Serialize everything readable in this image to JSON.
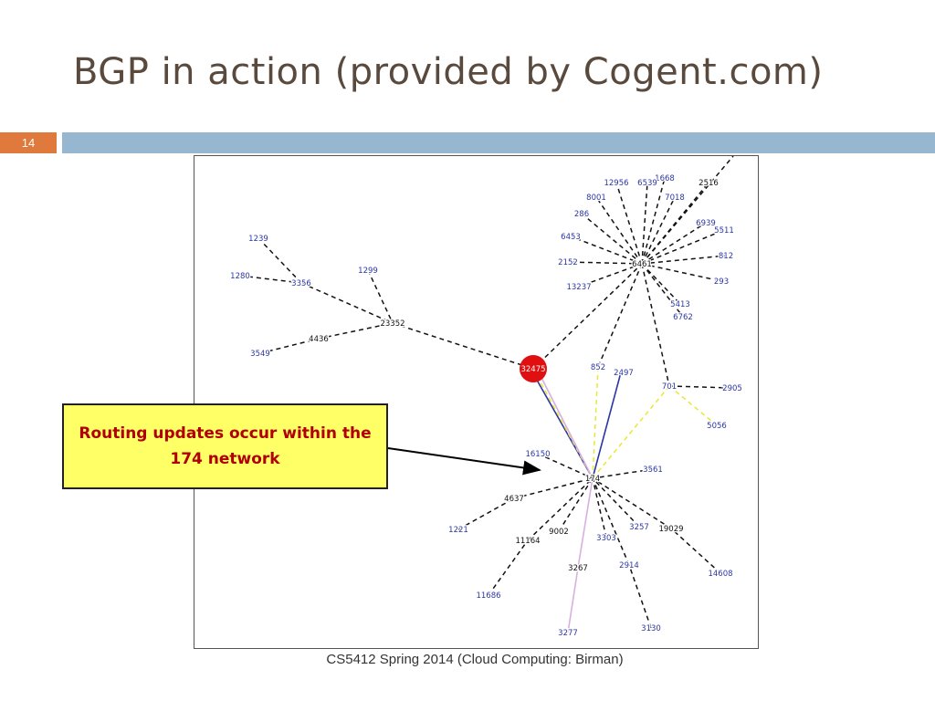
{
  "slide": {
    "title": "BGP in action (provided by Cogent.com)",
    "page_number": "14",
    "footer": "CS5412 Spring 2014 (Cloud Computing: Birman)",
    "callout": "Routing updates occur within the 174 network"
  },
  "colors": {
    "title": "#5a4a3e",
    "accent_bar": "#97b6d0",
    "page_badge": "#e07a3c",
    "callout_bg": "#ffff66",
    "callout_text": "#b00000",
    "node_blue": "#2b36a3",
    "node_black": "#111111",
    "edge_yellow": "#e8e835",
    "edge_blue": "#2b36a3",
    "edge_pink": "#d8b0e0",
    "highlight_red": "#e01010"
  },
  "diagram": {
    "nodes": [
      {
        "id": "174",
        "label": "174",
        "color": "black"
      },
      {
        "id": "32475",
        "label": "32475",
        "color": "black",
        "highlight": true
      },
      {
        "id": "6461",
        "label": "6461",
        "color": "black"
      },
      {
        "id": "23352",
        "label": "23352",
        "color": "black"
      },
      {
        "id": "3356",
        "label": "3356",
        "color": "blue"
      },
      {
        "id": "1239",
        "label": "1239",
        "color": "blue"
      },
      {
        "id": "1280",
        "label": "1280",
        "color": "blue"
      },
      {
        "id": "1299",
        "label": "1299",
        "color": "blue"
      },
      {
        "id": "4436",
        "label": "4436",
        "color": "black"
      },
      {
        "id": "3549",
        "label": "3549",
        "color": "blue"
      },
      {
        "id": "1668",
        "label": "1668",
        "color": "blue"
      },
      {
        "id": "12956",
        "label": "12956",
        "color": "blue"
      },
      {
        "id": "6539",
        "label": "6539",
        "color": "blue"
      },
      {
        "id": "2516",
        "label": "2516",
        "color": "black"
      },
      {
        "id": "8001",
        "label": "8001",
        "color": "blue"
      },
      {
        "id": "7018",
        "label": "7018",
        "color": "blue"
      },
      {
        "id": "286",
        "label": "286",
        "color": "blue"
      },
      {
        "id": "6939",
        "label": "6939",
        "color": "blue"
      },
      {
        "id": "5511",
        "label": "5511",
        "color": "blue"
      },
      {
        "id": "6453",
        "label": "6453",
        "color": "blue"
      },
      {
        "id": "812",
        "label": "812",
        "color": "blue"
      },
      {
        "id": "2152",
        "label": "2152",
        "color": "blue"
      },
      {
        "id": "293",
        "label": "293",
        "color": "blue"
      },
      {
        "id": "13237",
        "label": "13237",
        "color": "blue"
      },
      {
        "id": "5413",
        "label": "5413",
        "color": "blue"
      },
      {
        "id": "6762",
        "label": "6762",
        "color": "blue"
      },
      {
        "id": "852",
        "label": "852",
        "color": "blue"
      },
      {
        "id": "2497",
        "label": "2497",
        "color": "blue"
      },
      {
        "id": "701",
        "label": "701",
        "color": "blue"
      },
      {
        "id": "2905",
        "label": "2905",
        "color": "blue"
      },
      {
        "id": "5056",
        "label": "5056",
        "color": "blue"
      },
      {
        "id": "16150",
        "label": "16150",
        "color": "blue"
      },
      {
        "id": "3561",
        "label": "3561",
        "color": "blue"
      },
      {
        "id": "4637",
        "label": "4637",
        "color": "black"
      },
      {
        "id": "1221",
        "label": "1221",
        "color": "blue"
      },
      {
        "id": "9002",
        "label": "9002",
        "color": "black"
      },
      {
        "id": "11164",
        "label": "11164",
        "color": "black"
      },
      {
        "id": "3303",
        "label": "3303",
        "color": "blue"
      },
      {
        "id": "3257",
        "label": "3257",
        "color": "blue"
      },
      {
        "id": "19029",
        "label": "19029",
        "color": "black"
      },
      {
        "id": "14608",
        "label": "14608",
        "color": "blue"
      },
      {
        "id": "3267",
        "label": "3267",
        "color": "black"
      },
      {
        "id": "2914",
        "label": "2914",
        "color": "blue"
      },
      {
        "id": "11686",
        "label": "11686",
        "color": "blue"
      },
      {
        "id": "3277",
        "label": "3277",
        "color": "blue"
      },
      {
        "id": "3130",
        "label": "3130",
        "color": "blue"
      }
    ],
    "edges": [
      {
        "from": "1239",
        "to": "3356",
        "style": "dashed"
      },
      {
        "from": "1280",
        "to": "3356",
        "style": "dashed"
      },
      {
        "from": "3356",
        "to": "23352",
        "style": "dashed"
      },
      {
        "from": "1299",
        "to": "23352",
        "style": "dashed"
      },
      {
        "from": "3549",
        "to": "4436",
        "style": "dashed"
      },
      {
        "from": "4436",
        "to": "23352",
        "style": "dashed"
      },
      {
        "from": "23352",
        "to": "32475",
        "style": "dashed"
      },
      {
        "from": "32475",
        "to": "6461",
        "style": "dashed"
      },
      {
        "from": "6461",
        "to": "1668",
        "style": "dashed"
      },
      {
        "from": "6461",
        "to": "12956",
        "style": "dashed"
      },
      {
        "from": "6461",
        "to": "6539",
        "style": "dashed"
      },
      {
        "from": "6461",
        "to": "2516",
        "style": "dashed"
      },
      {
        "from": "6461",
        "to": "8001",
        "style": "dashed"
      },
      {
        "from": "6461",
        "to": "7018",
        "style": "dashed"
      },
      {
        "from": "6461",
        "to": "286",
        "style": "dashed"
      },
      {
        "from": "6461",
        "to": "6939",
        "style": "dashed"
      },
      {
        "from": "6461",
        "to": "5511",
        "style": "dashed"
      },
      {
        "from": "6461",
        "to": "6453",
        "style": "dashed"
      },
      {
        "from": "6461",
        "to": "812",
        "style": "dashed"
      },
      {
        "from": "6461",
        "to": "2152",
        "style": "dashed"
      },
      {
        "from": "6461",
        "to": "293",
        "style": "dashed"
      },
      {
        "from": "6461",
        "to": "13237",
        "style": "dashed"
      },
      {
        "from": "6461",
        "to": "5413",
        "style": "dashed"
      },
      {
        "from": "6461",
        "to": "6762",
        "style": "dashed"
      },
      {
        "from": "6461",
        "to": "852",
        "style": "dashed"
      },
      {
        "from": "6461",
        "to": "701",
        "style": "dashed"
      },
      {
        "from": "701",
        "to": "2905",
        "style": "dashed"
      },
      {
        "from": "701",
        "to": "5056",
        "style": "yellow"
      },
      {
        "from": "701",
        "to": "174",
        "style": "yellow"
      },
      {
        "from": "852",
        "to": "174",
        "style": "yellow"
      },
      {
        "from": "2497",
        "to": "174",
        "style": "blue"
      },
      {
        "from": "32475",
        "to": "174",
        "style": "blue"
      },
      {
        "from": "32475",
        "to": "174",
        "style": "yellow"
      },
      {
        "from": "32475",
        "to": "174",
        "style": "pink"
      },
      {
        "from": "16150",
        "to": "174",
        "style": "dashed"
      },
      {
        "from": "3561",
        "to": "174",
        "style": "dashed"
      },
      {
        "from": "4637",
        "to": "174",
        "style": "dashed"
      },
      {
        "from": "1221",
        "to": "4637",
        "style": "dashed"
      },
      {
        "from": "9002",
        "to": "174",
        "style": "dashed"
      },
      {
        "from": "11164",
        "to": "174",
        "style": "dashed"
      },
      {
        "from": "3303",
        "to": "174",
        "style": "dashed"
      },
      {
        "from": "3257",
        "to": "174",
        "style": "dashed"
      },
      {
        "from": "19029",
        "to": "174",
        "style": "dashed"
      },
      {
        "from": "14608",
        "to": "19029",
        "style": "dashed"
      },
      {
        "from": "2914",
        "to": "174",
        "style": "dashed"
      },
      {
        "from": "3130",
        "to": "2914",
        "style": "dashed"
      },
      {
        "from": "3267",
        "to": "174",
        "style": "pink"
      },
      {
        "from": "3277",
        "to": "3267",
        "style": "pink"
      },
      {
        "from": "11686",
        "to": "11164",
        "style": "dashed"
      }
    ]
  }
}
